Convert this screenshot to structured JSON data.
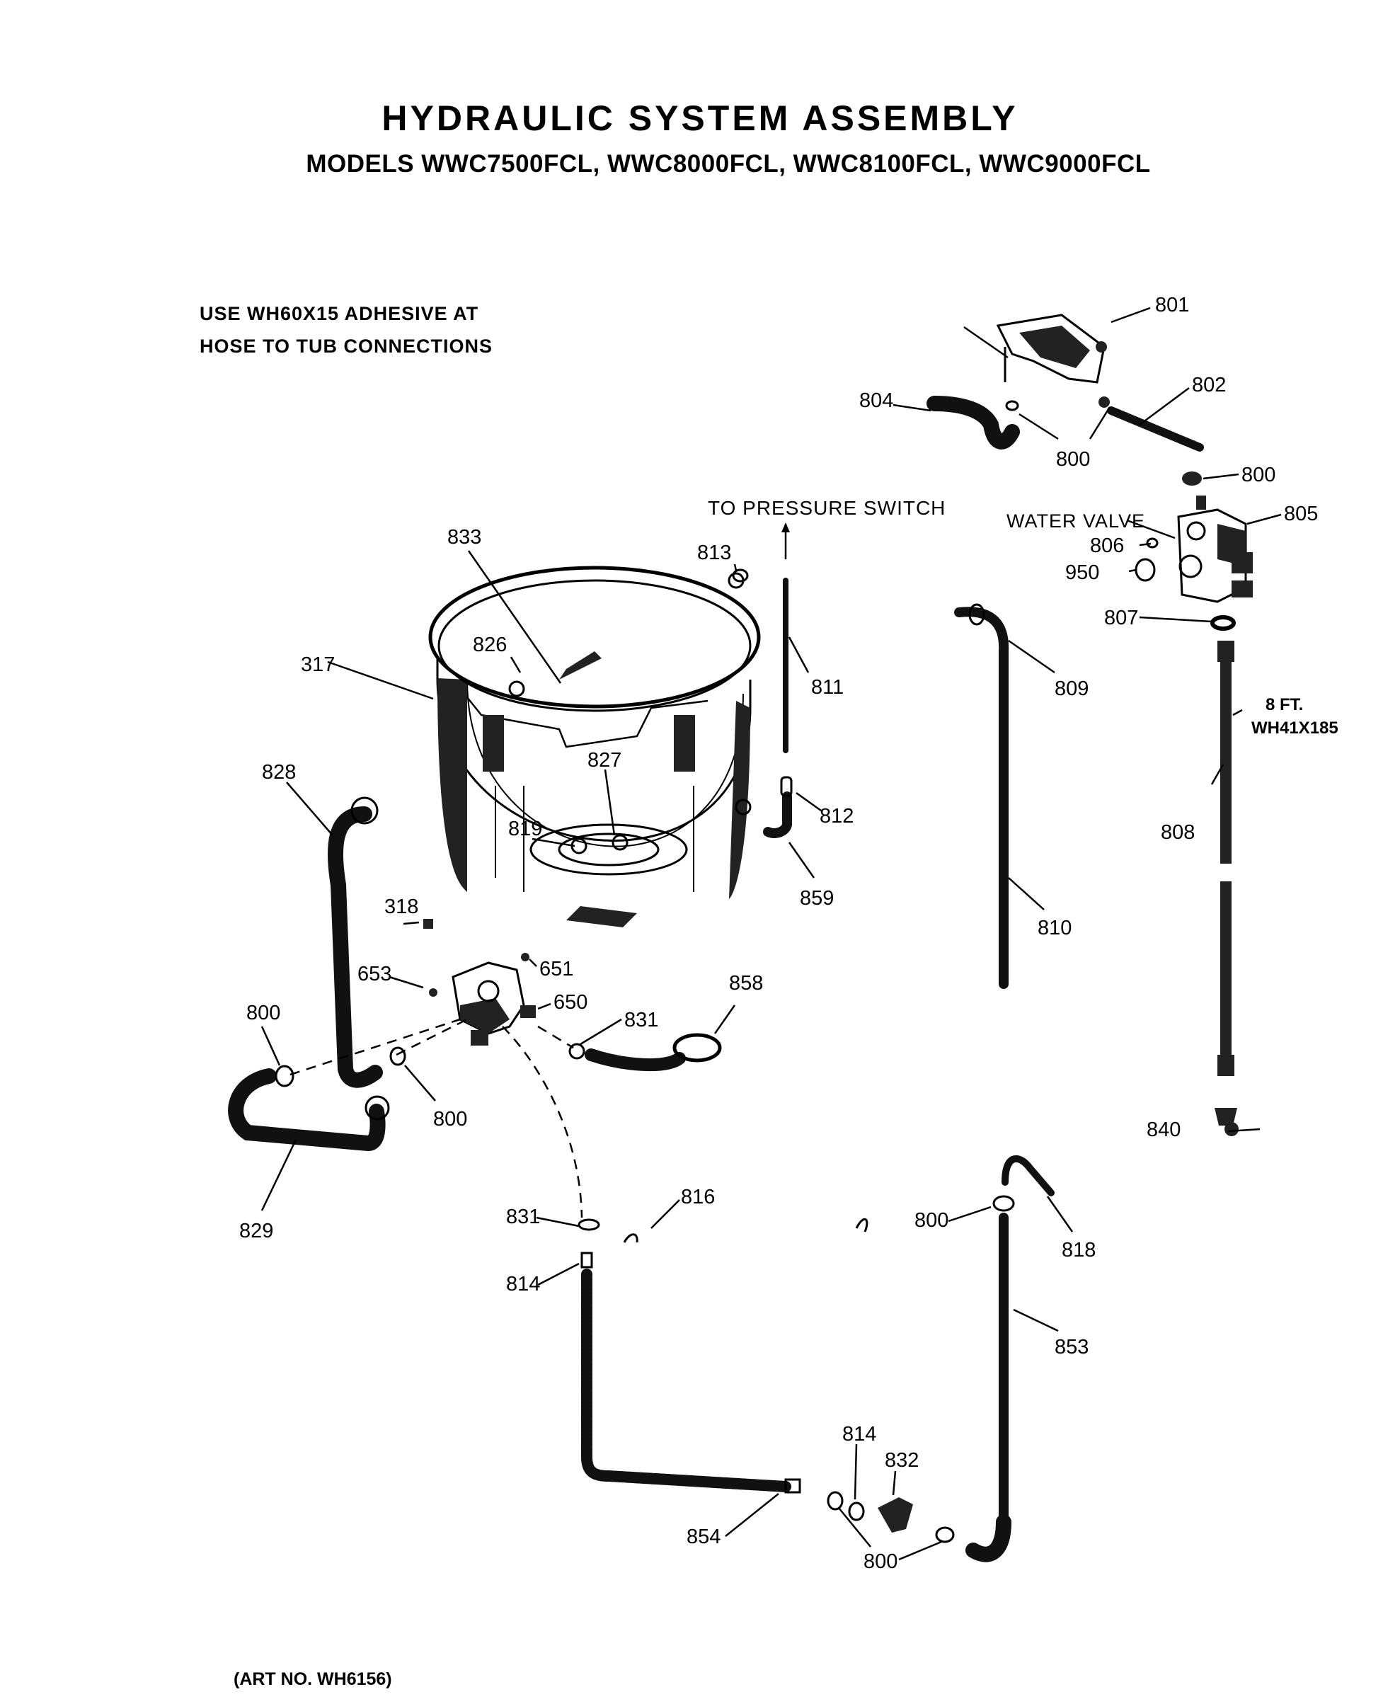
{
  "title": "HYDRAULIC SYSTEM ASSEMBLY",
  "subtitle": "MODELS WWC7500FCL, WWC8000FCL, WWC8100FCL, WWC9000FCL",
  "note": {
    "line1": "USE WH60X15 ADHESIVE AT",
    "line2": "HOSE TO TUB CONNECTIONS"
  },
  "art_number": "(ART NO. WH6156)",
  "annotations": {
    "to_pressure_switch": "TO PRESSURE SWITCH",
    "water_valve": "WATER VALVE",
    "hose_length": "8 FT.",
    "hose_part": "WH41X185"
  },
  "part_labels": {
    "p801": "801",
    "p802": "802",
    "p804": "804",
    "p800_a": "800",
    "p800_b": "800",
    "p805": "805",
    "p806": "806",
    "p950": "950",
    "p807": "807",
    "p813": "813",
    "p833": "833",
    "p826": "826",
    "p317": "317",
    "p811": "811",
    "p809": "809",
    "p827": "827",
    "p828": "828",
    "p819": "819",
    "p812": "812",
    "p808": "808",
    "p859": "859",
    "p810": "810",
    "p318": "318",
    "p651": "651",
    "p653": "653",
    "p650": "650",
    "p858": "858",
    "p800_c": "800",
    "p831_a": "831",
    "p800_d": "800",
    "p840": "840",
    "p829": "829",
    "p831_b": "831",
    "p816": "816",
    "p800_e": "800",
    "p818": "818",
    "p814_a": "814",
    "p853": "853",
    "p814_b": "814",
    "p832": "832",
    "p854": "854",
    "p800_f": "800"
  }
}
